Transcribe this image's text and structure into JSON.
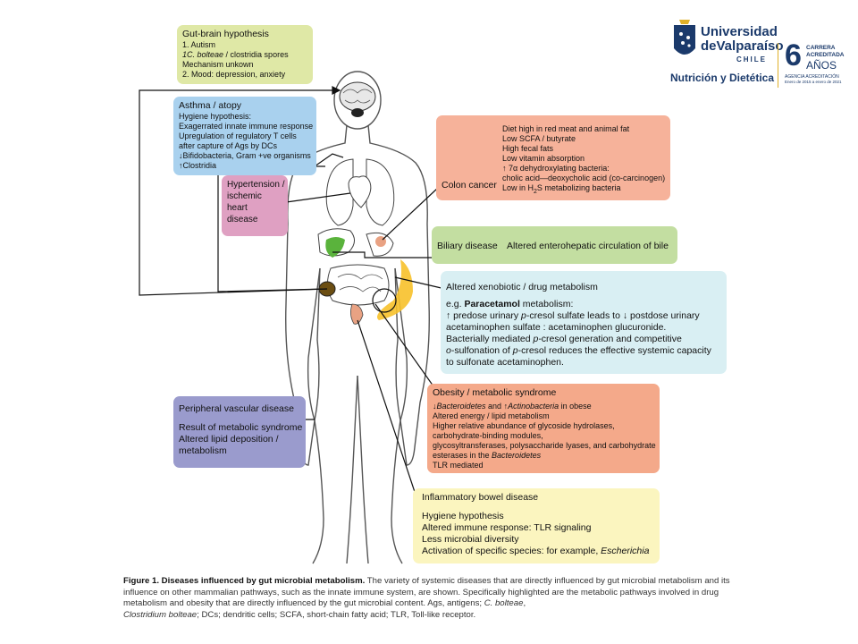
{
  "gut_brain": {
    "title": "Gut-brain hypothesis",
    "l1": "1. Autism",
    "l2a": "1C. bolteae",
    "l2b": " / clostridia spores",
    "l3": "Mechanism unkown",
    "l4": "2. Mood: depression, anxiety"
  },
  "asthma": {
    "title": "Asthma / atopy",
    "lines": [
      "Hygiene hypothesis:",
      "Exagerrated innate immune response",
      "Upregulation of regulatory T cells",
      "after capture of Ags by DCs",
      "↓Bifidobacteria, Gram +ve organisms",
      "↑Clostridia"
    ]
  },
  "hypertension": {
    "lines": [
      "Hypertension /",
      "ischemic",
      "heart",
      "disease"
    ]
  },
  "colon_cancer": {
    "label": "Colon cancer",
    "lines": [
      "Diet high in red meat and animal fat",
      "Low SCFA / butyrate",
      "High fecal fats",
      "Low vitamin absorption",
      "↑ 7α dehydroxylating bacteria:",
      "cholic acid—deoxycholic acid (co-carcinogen)"
    ],
    "last_a": "Low in H",
    "last_sub": "2",
    "last_b": "S metabolizing bacteria"
  },
  "biliary": {
    "label": "Biliary disease",
    "text": "Altered enterohepatic circulation of bile"
  },
  "xenobiotic": {
    "title": "Altered xenobiotic / drug metabolism",
    "l1a": "e.g. ",
    "l1b": "Paracetamol",
    "l1c": " metabolism:",
    "l2a": "↑ predose urinary ",
    "l2b": "p",
    "l2c": "-cresol sulfate leads to ↓ postdose urinary",
    "l3": "acetaminophen sulfate :  acetaminophen glucuronide.",
    "l4a": "Bacterially mediated ",
    "l4b": "p",
    "l4c": "-cresol generation and competitive",
    "l5a": "o",
    "l5b": "-sulfonation of ",
    "l5c": "p",
    "l5d": "-cresol reduces the effective systemic capacity",
    "l6": "to sulfonate acetaminophen."
  },
  "obesity": {
    "title": "Obesity / metabolic syndrome",
    "l1a": "↓",
    "l1b": "Bacteroidetes",
    "l1c": " and  ↑",
    "l1d": "Actinobacteria",
    "l1e": " in obese",
    "l2": "Altered energy / lipid metabolism",
    "l3": "Higher relative abundance of glycoside hydrolases,",
    "l4": "carbohydrate-binding modules,",
    "l5": "glycosyltransferases, polysaccharide lyases, and carbohydrate",
    "l6a": "esterases in the ",
    "l6b": "Bacteroidetes",
    "l7": "TLR mediated"
  },
  "pvd": {
    "title": "Peripheral vascular disease",
    "lines": [
      "Result of metabolic syndrome",
      "Altered lipid deposition /",
      "metabolism"
    ]
  },
  "ibd": {
    "title": "Inflammatory bowel disease",
    "lines": [
      "Hygiene hypothesis",
      "Altered immune response: TLR signaling",
      "Less microbial diversity"
    ],
    "l4a": "Activation of specific species: for example, ",
    "l4b": "Escherichia"
  },
  "caption": {
    "bold": "Figure 1. Diseases influenced by gut microbial metabolism.",
    "t1": " The variety of systemic diseases that are directly influenced by gut microbial metabolism and its influence on other mammalian pathways, such as the innate immune system, are shown. Specifically highlighted are the metabolic pathways involved in drug metabolism and obesity that are directly influenced by the gut microbial content. Ags, antigens; ",
    "i1": "C. bolteae",
    "t2": ",",
    "i2": "Clostridium bolteae",
    "t3": "; DCs; dendritic cells; SCFA, short-chain fatty acid; TLR, Toll-like receptor."
  },
  "logo": {
    "name1": "Universidad",
    "name2": "deValparaíso",
    "country": "CHILE",
    "program": "Nutrición y Dietética",
    "years": "6",
    "carrera": "CARRERA",
    "acreditada": "ACREDITADA",
    "anos": "AÑOS",
    "agency": "AGENCIA ACREDITACIÓN",
    "period": "Enero de 2015 a enero de 2021"
  },
  "colors": {
    "gut": "#dfe8a6",
    "asthma": "#a9d1ee",
    "hypertension": "#dfa0c2",
    "colon": "#f6b29a",
    "biliary": "#c3dea1",
    "xenobiotic": "#d9eff3",
    "obesity": "#f4a98a",
    "pvd": "#9a9bcd",
    "ibd": "#fbf5bf",
    "logo_navy": "#1b3a6b"
  }
}
